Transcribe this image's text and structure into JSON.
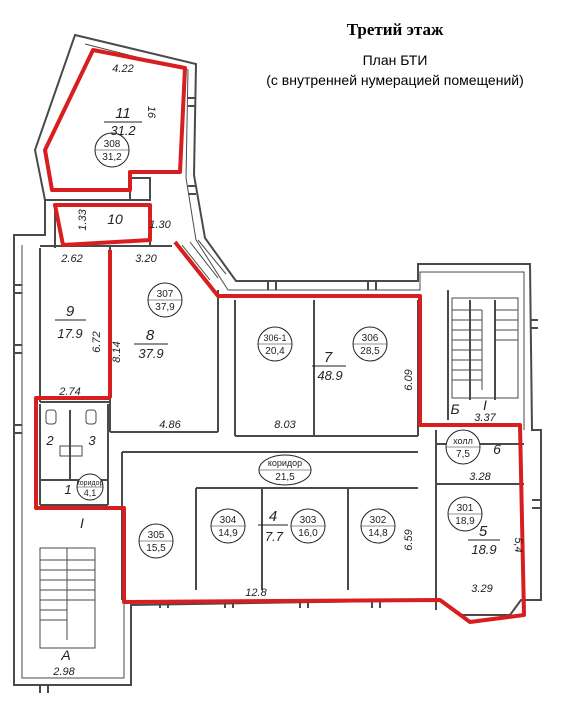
{
  "header": {
    "title": "Третий этаж",
    "subtitle_line1": "План БТИ",
    "subtitle_line2": "(с внутренней нумерацией помещений)"
  },
  "colors": {
    "wall": "#4a4a4a",
    "highlight": "#d81e1e",
    "ink": "#222222"
  },
  "bti_rooms": [
    {
      "number": "308",
      "area": "31,2"
    },
    {
      "number": "307",
      "area": "37,9"
    },
    {
      "number": "306-1",
      "area": "20,4"
    },
    {
      "number": "306",
      "area": "28,5"
    },
    {
      "number": "холл",
      "area": "7,5"
    },
    {
      "number": "301",
      "area": "18,9"
    },
    {
      "number": "коридор",
      "area": "21,5"
    },
    {
      "number": "305",
      "area": "15,5"
    },
    {
      "number": "304",
      "area": "14,9"
    },
    {
      "number": "303",
      "area": "16,0"
    },
    {
      "number": "302",
      "area": "14,8"
    },
    {
      "number": "коридор",
      "area": "4,1"
    }
  ],
  "hand_rooms": [
    {
      "number": "11",
      "area": "31.2"
    },
    {
      "number": "10",
      "area": ""
    },
    {
      "number": "9",
      "area": "17.9"
    },
    {
      "number": "8",
      "area": "37.9"
    },
    {
      "number": "7",
      "area": "48.9"
    },
    {
      "number": "6",
      "area": ""
    },
    {
      "number": "5",
      "area": "18.9"
    },
    {
      "number": "4",
      "area": "7.7"
    },
    {
      "number": "2",
      "area": ""
    },
    {
      "number": "3",
      "area": ""
    },
    {
      "number": "1",
      "area": ""
    }
  ],
  "dimensions": {
    "d422": "4.22",
    "d16": "16",
    "d133": "1.33",
    "d130": "1.30",
    "d262": "2.62",
    "d320": "3.20",
    "d672": "6.72",
    "d814": "8.14",
    "d274": "2.74",
    "d486": "4.86",
    "d803": "8.03",
    "d609": "6.09",
    "d337": "3.37",
    "d328": "3.28",
    "d329": "3.29",
    "d128": "12.8",
    "d659": "6.59",
    "d298": "2.98",
    "d54": "5,4"
  },
  "stair_marks": {
    "b": "Б",
    "i_right": "I",
    "i_left": "I",
    "a": "А"
  }
}
